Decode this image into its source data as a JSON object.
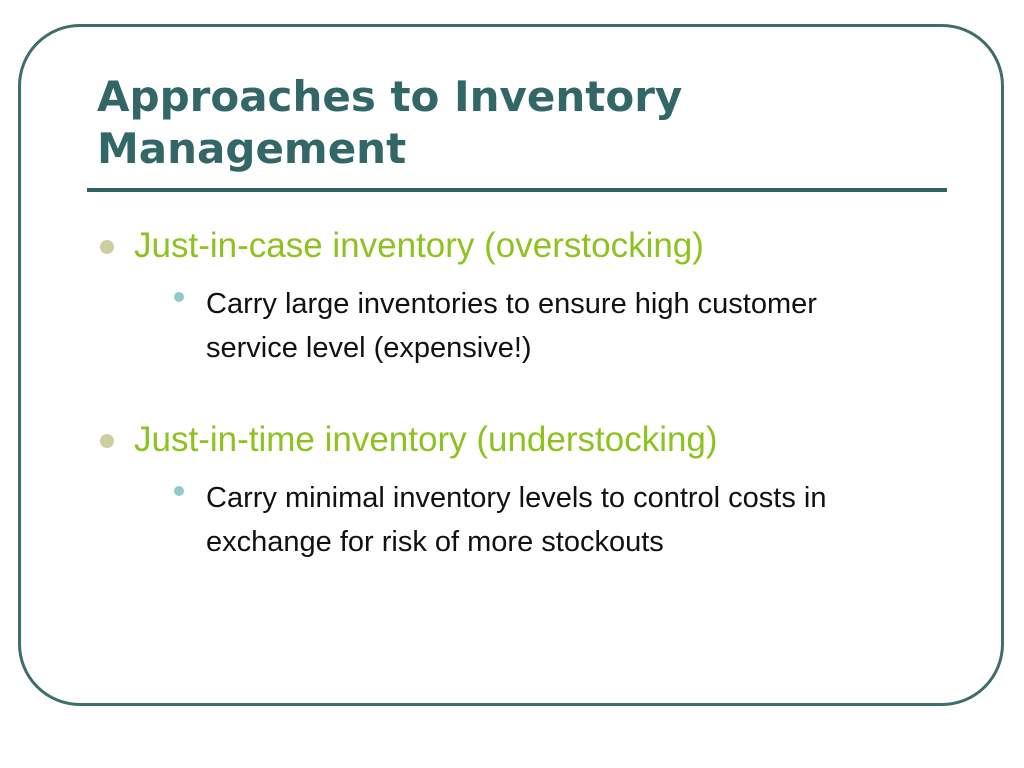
{
  "slide": {
    "title": "Approaches to Inventory Management",
    "bullets": [
      {
        "text": "Just-in-case inventory (overstocking)",
        "sub": "Carry large inventories to ensure high customer service level (expensive!)"
      },
      {
        "text": "Just-in-time inventory (understocking)",
        "sub": "Carry minimal inventory levels to control costs in exchange for risk of more stockouts"
      }
    ]
  },
  "colors": {
    "title": "#336666",
    "frame": "#3d6e6c",
    "level1_text": "#8dc21f",
    "level1_bullet": "#cdd0a2",
    "level2_bullet": "#90c8cf",
    "level2_text": "#111111"
  }
}
